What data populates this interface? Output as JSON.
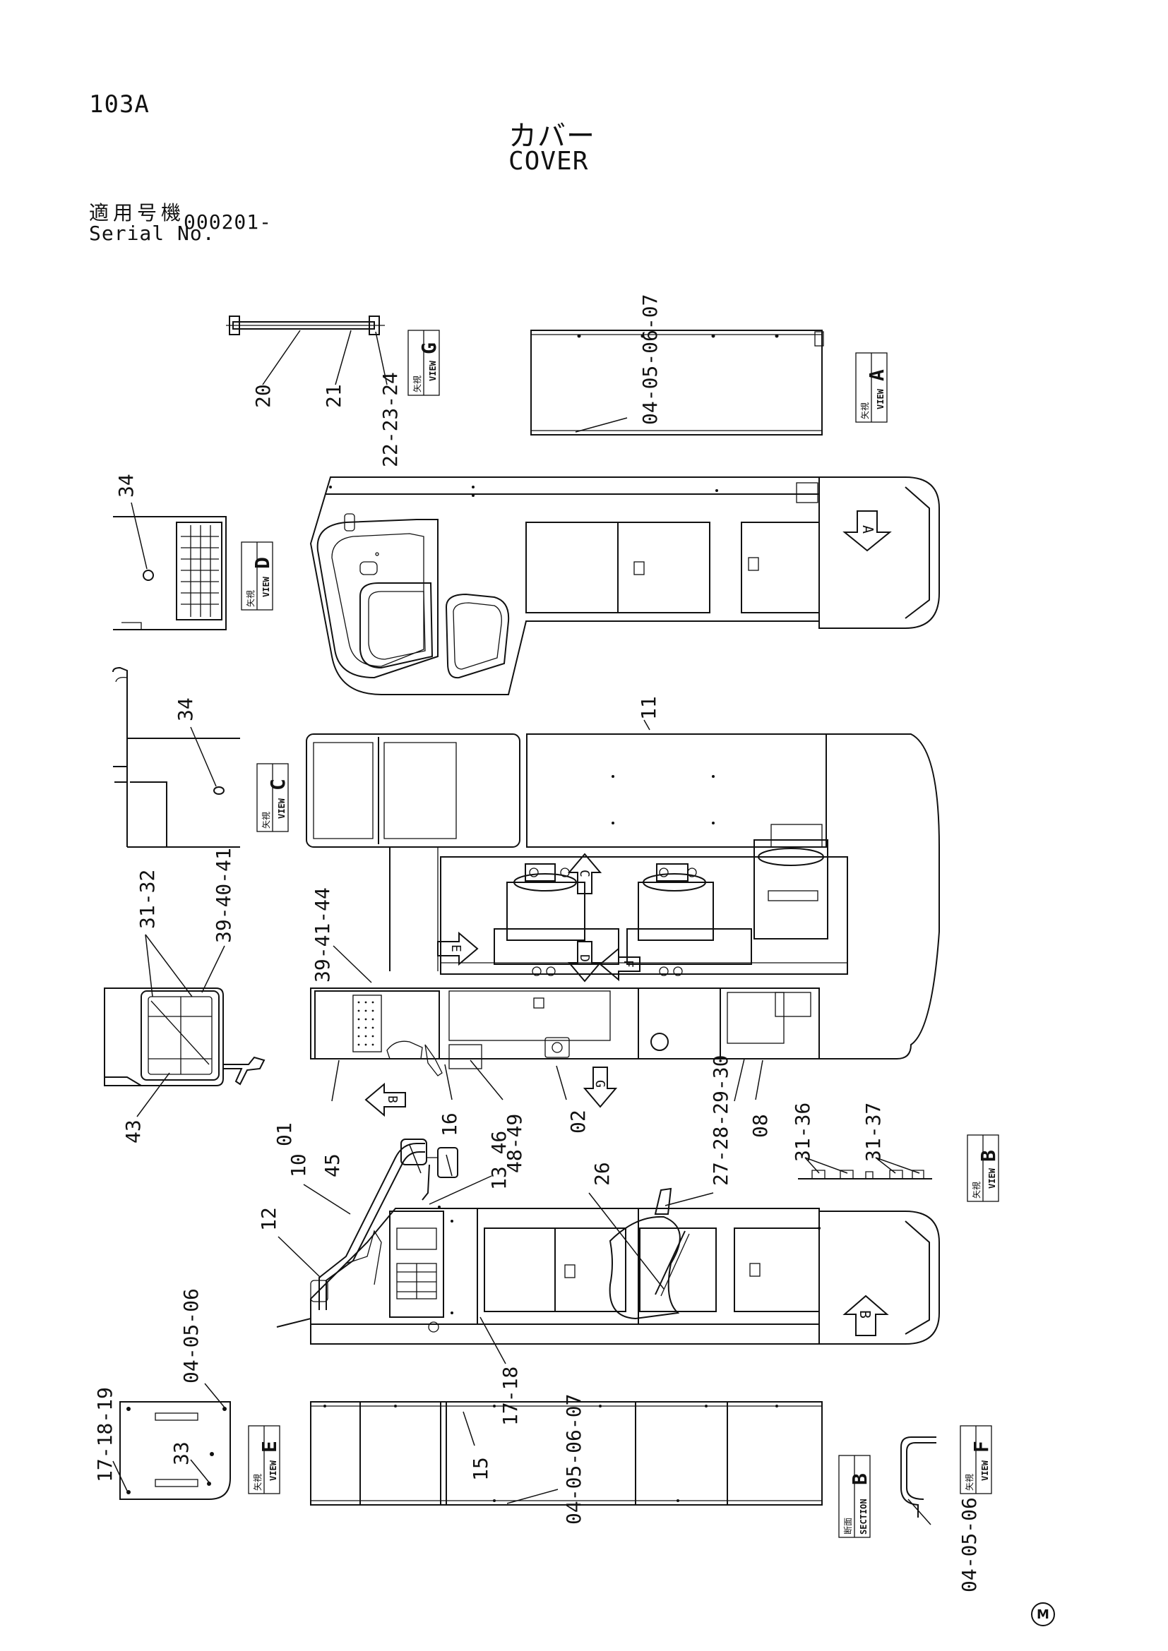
{
  "header": {
    "page_number": "103A",
    "title_ja": "カバー",
    "title_en": "COVER",
    "serial_label_ja": "適用号機",
    "serial_label_en": "Serial No.",
    "serial_value": "000201-"
  },
  "view_labels": {
    "view_ja": "矢視",
    "view_en": "VIEW",
    "section_ja": "断面",
    "section_en": "SECTION",
    "A": "A",
    "B": "B",
    "C": "C",
    "D": "D",
    "E": "E",
    "F": "F",
    "G": "G"
  },
  "arrow_letters": {
    "a": "A",
    "b": "B",
    "c": "C",
    "d": "D",
    "e": "E",
    "f": "F",
    "g": "G",
    "b2": "B"
  },
  "callouts": {
    "c20": "20",
    "c21": "21",
    "c22_23_24": "22-23-24",
    "c04_05_06_07_a": "04-05-06-07",
    "c34_d": "34",
    "c34_c": "34",
    "c11": "11",
    "c31_32": "31-32",
    "c39_40_41": "39-40-41",
    "c39_41_44": "39-41-44",
    "c43": "43",
    "c01": "01",
    "c16": "16",
    "c48_49": "48-49",
    "c02": "02",
    "c27_28_29_30": "27-28-29-30",
    "c08": "08",
    "c31_36": "31-36",
    "c31_37": "31-37",
    "c45": "45",
    "c10": "10",
    "c13_46": "13 46",
    "c26": "26",
    "c12": "12",
    "c04_05_06_e": "04-05-06",
    "c17_18": "17-18",
    "c17_18_19": "17-18-19",
    "c33": "33",
    "c15": "15",
    "c04_05_06_07_b": "04-05-06-07",
    "c04_05_06_f": "04-05-06"
  },
  "footer": {
    "mark": "M"
  }
}
